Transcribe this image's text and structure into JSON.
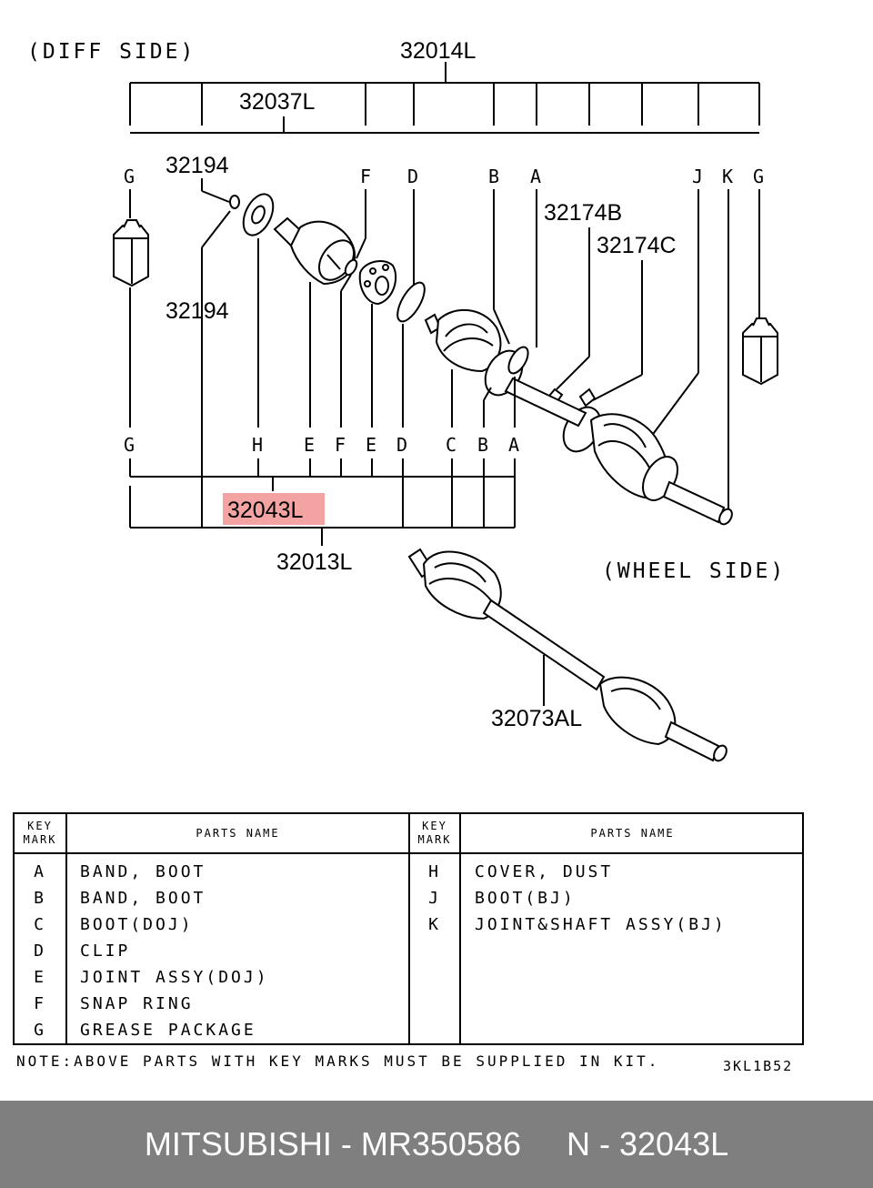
{
  "diagram": {
    "diff_side": "(DIFF SIDE)",
    "wheel_side": "(WHEEL SIDE)",
    "part_numbers": {
      "p32014L": "32014L",
      "p32037L": "32037L",
      "p32194_top": "32194",
      "p32194_bottom": "32194",
      "p32174B": "32174B",
      "p32174C": "32174C",
      "p32043L": "32043L",
      "p32013L": "32013L",
      "p32073AL": "32073AL"
    },
    "top_marks": [
      "G",
      "F",
      "D",
      "B",
      "A",
      "J",
      "K",
      "G"
    ],
    "bottom_marks": [
      "G",
      "H",
      "E",
      "F",
      "E",
      "D",
      "C",
      "B",
      "A"
    ],
    "highlight_color": "#f4a3a3"
  },
  "table": {
    "key_header": "KEY MARK",
    "parts_header": "PARTS NAME",
    "left_rows": [
      {
        "key": "A",
        "name": "BAND, BOOT"
      },
      {
        "key": "B",
        "name": "BAND, BOOT"
      },
      {
        "key": "C",
        "name": "BOOT(DOJ)"
      },
      {
        "key": "D",
        "name": "CLIP"
      },
      {
        "key": "E",
        "name": "JOINT ASSY(DOJ)"
      },
      {
        "key": "F",
        "name": "SNAP RING"
      },
      {
        "key": "G",
        "name": "GREASE PACKAGE"
      }
    ],
    "right_rows": [
      {
        "key": "H",
        "name": "COVER, DUST"
      },
      {
        "key": "J",
        "name": "BOOT(BJ)"
      },
      {
        "key": "K",
        "name": "JOINT&SHAFT ASSY(BJ)"
      }
    ]
  },
  "note": "NOTE:ABOVE PARTS WITH KEY MARKS MUST BE SUPPLIED IN KIT.",
  "drawing_code": "3KL1B52",
  "footer": {
    "brand": "MITSUBISHI",
    "part_number": "MR350586",
    "ref": "N - 32043L"
  }
}
